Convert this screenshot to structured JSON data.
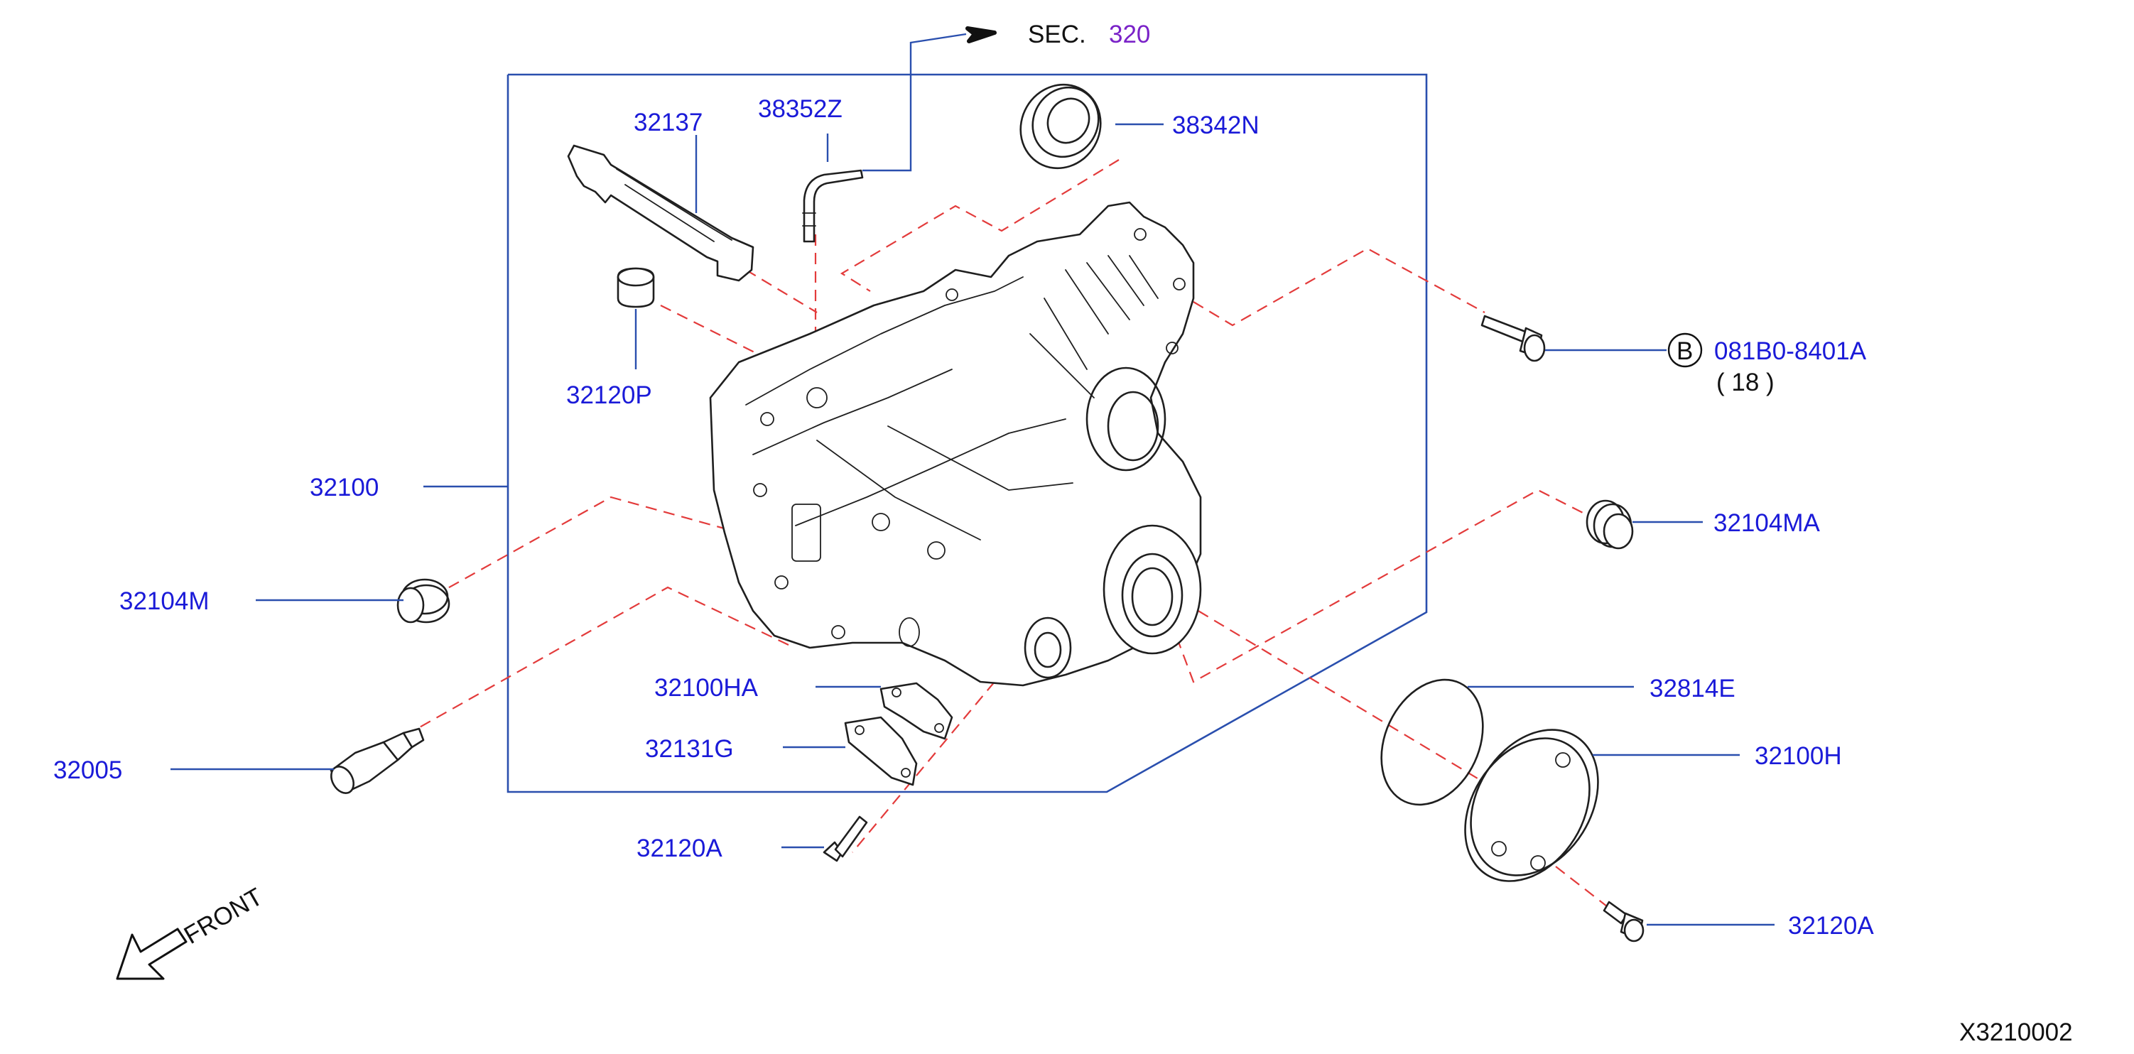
{
  "section_ref": {
    "prefix": "SEC.",
    "number": "320"
  },
  "callouts": {
    "p32137": "32137",
    "p38352z": "38352Z",
    "p38342n": "38342N",
    "p32120p": "32120P",
    "p32100": "32100",
    "p32104m": "32104M",
    "p32005": "32005",
    "p32100ha": "32100HA",
    "p32131g": "32131G",
    "p32120a_left": "32120A",
    "p081b0": "081B0-8401A",
    "p081b0_qty": "( 18 )",
    "p32104ma": "32104MA",
    "p32814e": "32814E",
    "p32100h": "32100H",
    "p32120a_right": "32120A"
  },
  "bolt_badge": "B",
  "front_label": "FRONT",
  "diagram_id": "X3210002",
  "colors": {
    "callout_text": "#1a1ad8",
    "leader_line": "#2a4fae",
    "dashed_guide": "#e33b3b",
    "section_number": "#7a22c8",
    "outline": "#1f1f1f"
  }
}
